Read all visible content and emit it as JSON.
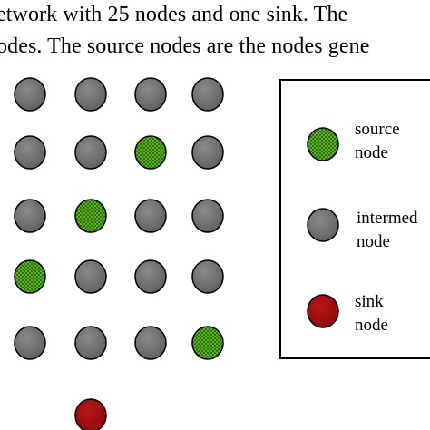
{
  "caption": {
    "line1": "etwork with 25 nodes and one sink. The",
    "line2": "odes. The source nodes are the nodes gene"
  },
  "legend": {
    "items": [
      {
        "kind": "source",
        "line1": "source",
        "line2": "node"
      },
      {
        "kind": "intermediate",
        "line1": "intermed",
        "line2": "node"
      },
      {
        "kind": "sink",
        "line1": "sink",
        "line2": "node"
      }
    ]
  },
  "node_grid": {
    "rows": [
      [
        "intermediate",
        "intermediate",
        "intermediate",
        "intermediate"
      ],
      [
        "intermediate",
        "intermediate",
        "source",
        "intermediate"
      ],
      [
        "intermediate",
        "source",
        "intermediate",
        "intermediate"
      ],
      [
        "source",
        "intermediate",
        "intermediate",
        "intermediate"
      ],
      [
        "intermediate",
        "intermediate",
        "intermediate",
        "source"
      ]
    ],
    "sink_column": 1
  },
  "colors": {
    "intermediate_fill": "#6f6f6f",
    "source_fill": "#5cb31f",
    "source_pattern": "#2f6e10",
    "sink_fill": "#a10f0f",
    "outline": "#000000"
  }
}
